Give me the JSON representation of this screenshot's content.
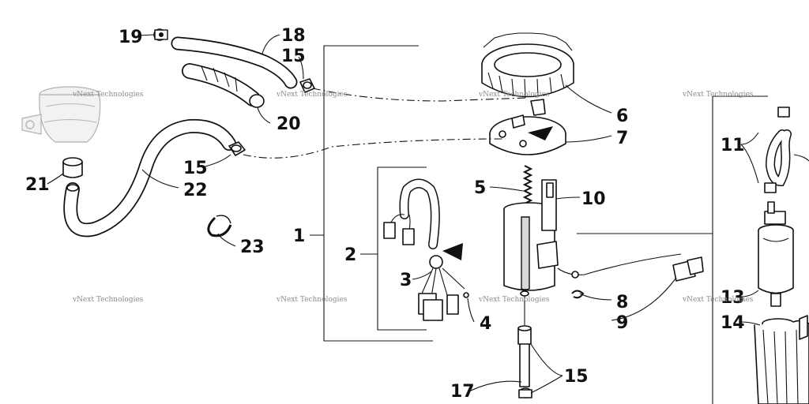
{
  "callouts": {
    "c1": "1",
    "c2": "2",
    "c3": "3",
    "c4": "4",
    "c5": "5",
    "c6": "6",
    "c7": "7",
    "c8": "8",
    "c9": "9",
    "c10": "10",
    "c11": "11",
    "c13": "13",
    "c14": "14",
    "c15a": "15",
    "c15b": "15",
    "c15c": "15",
    "c17": "17",
    "c18": "18",
    "c19": "19",
    "c20": "20",
    "c21": "21",
    "c22": "22",
    "c23": "23"
  },
  "watermark": "vNext Technologies"
}
